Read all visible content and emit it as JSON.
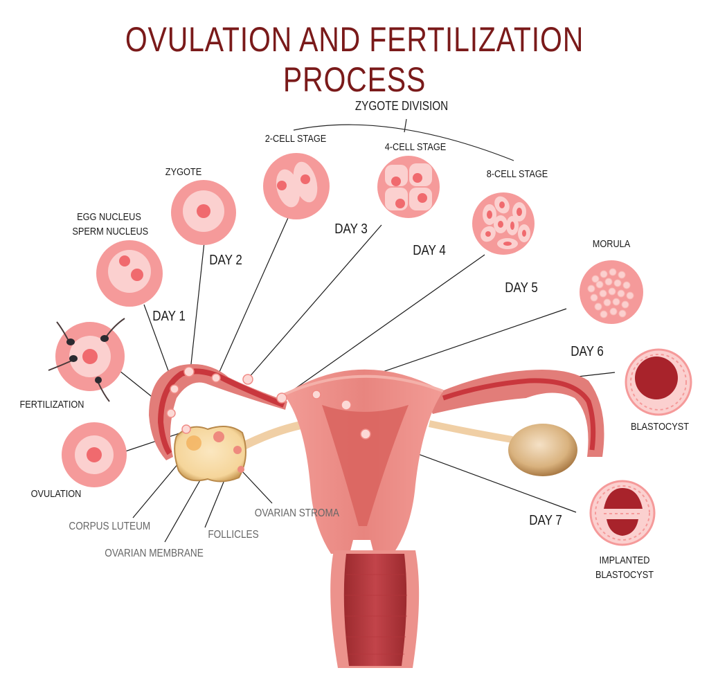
{
  "title": "OVULATION AND FERTILIZATION PROCESS",
  "colors": {
    "title": "#7a1a1a",
    "cell_outer": "#f59a9a",
    "cell_inner": "#fbd0cf",
    "nucleus": "#f06a6e",
    "uterus": "#e88a86",
    "tube_lumen": "#c9373d",
    "ovary_left": "#f7d9a3",
    "ovary_right": "#d9b27e",
    "blastocyst_cavity": "#a8232b",
    "label_dark": "#1a1a1a",
    "label_grey": "#666666"
  },
  "group_label": "ZYGOTE DIVISION",
  "stages": [
    {
      "id": "fertilization",
      "label": "FERTILIZATION"
    },
    {
      "id": "ovulation",
      "label": "OVULATION"
    },
    {
      "id": "egg-sperm-nucleus",
      "label_line1": "EGG NUCLEUS",
      "label_line2": "SPERM NUCLEUS"
    },
    {
      "id": "zygote",
      "label": "ZYGOTE"
    },
    {
      "id": "2-cell",
      "label": "2-CELL STAGE"
    },
    {
      "id": "4-cell",
      "label": "4-CELL STAGE"
    },
    {
      "id": "8-cell",
      "label": "8-CELL STAGE"
    },
    {
      "id": "morula",
      "label": "MORULA"
    },
    {
      "id": "blastocyst",
      "label": "BLASTOCYST"
    },
    {
      "id": "implanted-blastocyst",
      "label_line1": "IMPLANTED",
      "label_line2": "BLASTOCYST"
    }
  ],
  "days": [
    "DAY 1",
    "DAY 2",
    "DAY 3",
    "DAY 4",
    "DAY 5",
    "DAY 6",
    "DAY 7"
  ],
  "ovary_parts": {
    "corpus_luteum": "CORPUS LUTEUM",
    "ovarian_membrane": "OVARIAN MEMBRANE",
    "follicles": "FOLLICLES",
    "ovarian_stroma": "OVARIAN STROMA"
  }
}
